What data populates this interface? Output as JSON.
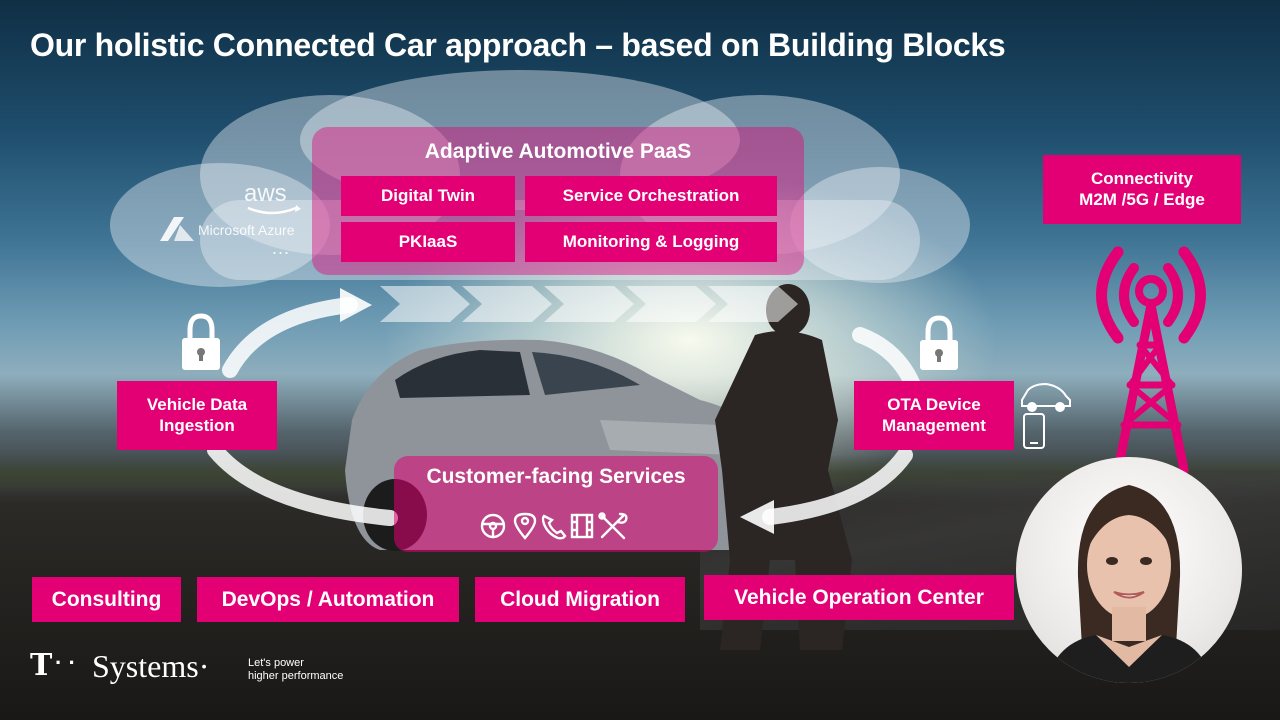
{
  "slide": {
    "title": "Our holistic Connected Car approach – based on Building Blocks"
  },
  "cloud_providers": {
    "aws": "aws",
    "azure": "Microsoft Azure",
    "more": "..."
  },
  "paas": {
    "title": "Adaptive Automotive PaaS",
    "blocks": [
      "Digital Twin",
      "Service Orchestration",
      "PKIaaS",
      "Monitoring & Logging"
    ]
  },
  "connectivity": {
    "line1": "Connectivity",
    "line2": "M2M /5G / Edge"
  },
  "vehicle_data": {
    "line1": "Vehicle Data",
    "line2": "Ingestion"
  },
  "ota": {
    "line1": "OTA Device",
    "line2": "Management"
  },
  "customer_services": {
    "title": "Customer-facing Services",
    "icons": [
      "steering-wheel-icon",
      "location-pin-icon",
      "phone-icon",
      "film-icon",
      "tools-icon"
    ]
  },
  "services_row": [
    "Consulting",
    "DevOps / Automation",
    "Cloud Migration",
    "Vehicle Operation Center"
  ],
  "brand": {
    "logo_t": "T",
    "logo_dots": "· ·",
    "logo_name": "Systems·",
    "tagline_line1": "Let's power",
    "tagline_line2": "higher performance"
  },
  "colors": {
    "magenta": "#e20074",
    "text": "#ffffff"
  }
}
